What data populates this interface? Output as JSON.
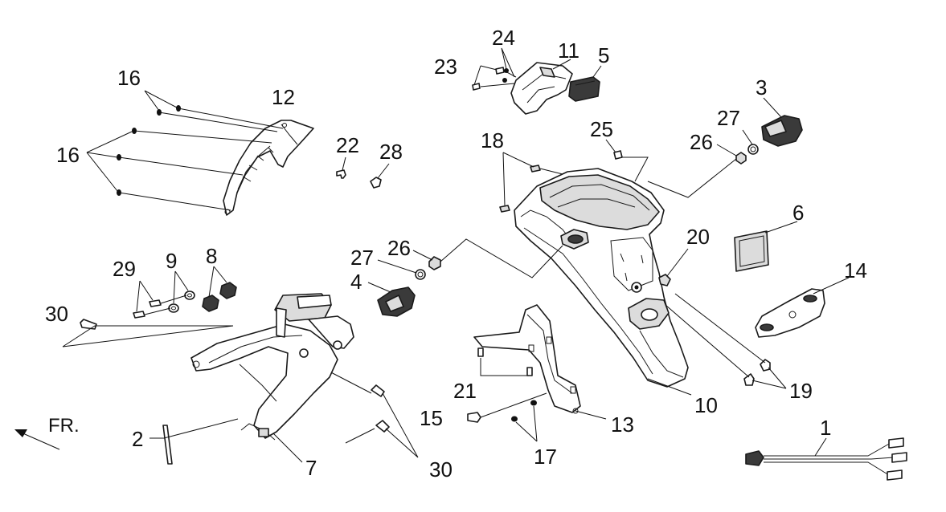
{
  "callouts": {
    "c1": "1",
    "c2": "2",
    "c3": "3",
    "c4": "4",
    "c5": "5",
    "c6": "6",
    "c7": "7",
    "c8": "8",
    "c9": "9",
    "c10": "10",
    "c11": "11",
    "c12": "12",
    "c13": "13",
    "c14": "14",
    "c15": "15",
    "c16a": "16",
    "c16b": "16",
    "c17": "17",
    "c18": "18",
    "c19": "19",
    "c20": "20",
    "c21": "21",
    "c22": "22",
    "c23": "23",
    "c24": "24",
    "c25": "25",
    "c26a": "26",
    "c26b": "26",
    "c27a": "27",
    "c27b": "27",
    "c28": "28",
    "c29": "29",
    "c30a": "30",
    "c30b": "30"
  },
  "direction": {
    "label": "FR."
  }
}
